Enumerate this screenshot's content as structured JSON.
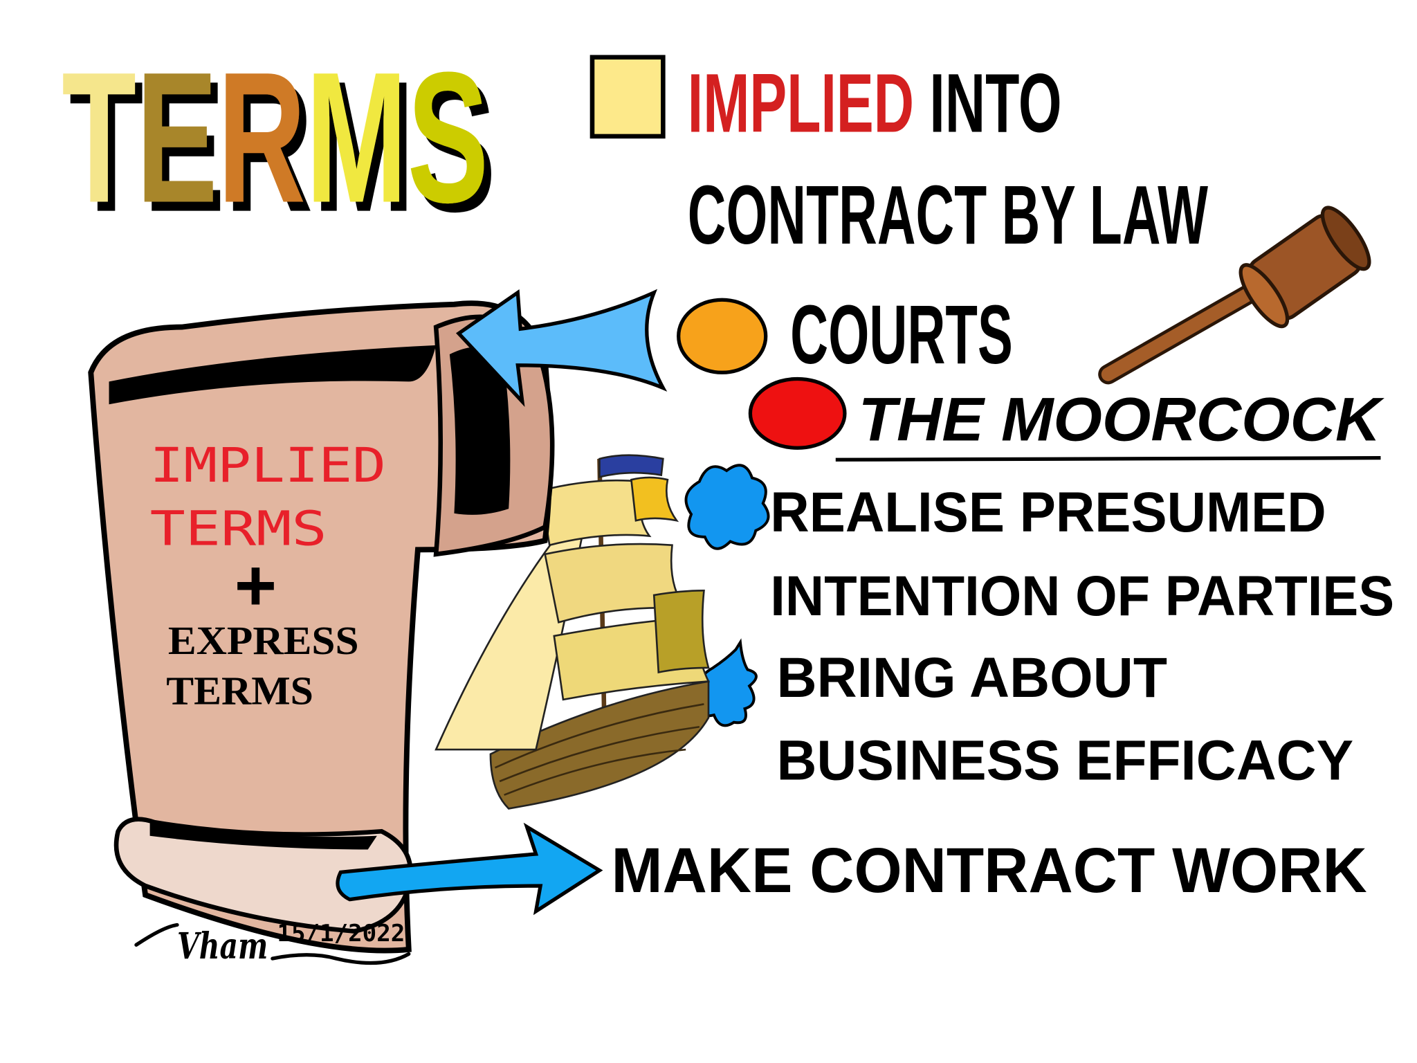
{
  "title": {
    "letters": [
      "T",
      "E",
      "R",
      "M",
      "S"
    ],
    "colors": [
      "#f5e68c",
      "#a8862a",
      "#cf7a26",
      "#f0e840",
      "#cccc00"
    ]
  },
  "heading": {
    "implied": "IMPLIED",
    "into": " INTO",
    "line2": "CONTRACT BY LAW",
    "implied_color": "#d42020",
    "square_color": "#fde98a"
  },
  "courts": {
    "label": "COURTS",
    "bullet_color": "#f7a21b"
  },
  "case": {
    "label": "THE MOORCOCK",
    "bullet_color": "#ee1111"
  },
  "points": [
    {
      "line1": "REALISE PRESUMED",
      "line2": "INTENTION OF PARTIES"
    },
    {
      "line1": "BRING ABOUT",
      "line2": "BUSINESS EFFICACY"
    }
  ],
  "result": {
    "label": "MAKE CONTRACT WORK",
    "arrow_color": "#12a6f2"
  },
  "scroll": {
    "implied": "IMPLIED",
    "terms": "TERMS",
    "plus": "+",
    "express": "EXPRESS",
    "terms2": "TERMS",
    "color": "#e2b6a0"
  },
  "signature": {
    "name": "Vham",
    "date": "15/1/2022"
  },
  "icons": [
    "gavel-icon",
    "ship-icon",
    "scroll-icon",
    "arrow-left-icon",
    "arrow-right-icon",
    "splat-icon"
  ]
}
